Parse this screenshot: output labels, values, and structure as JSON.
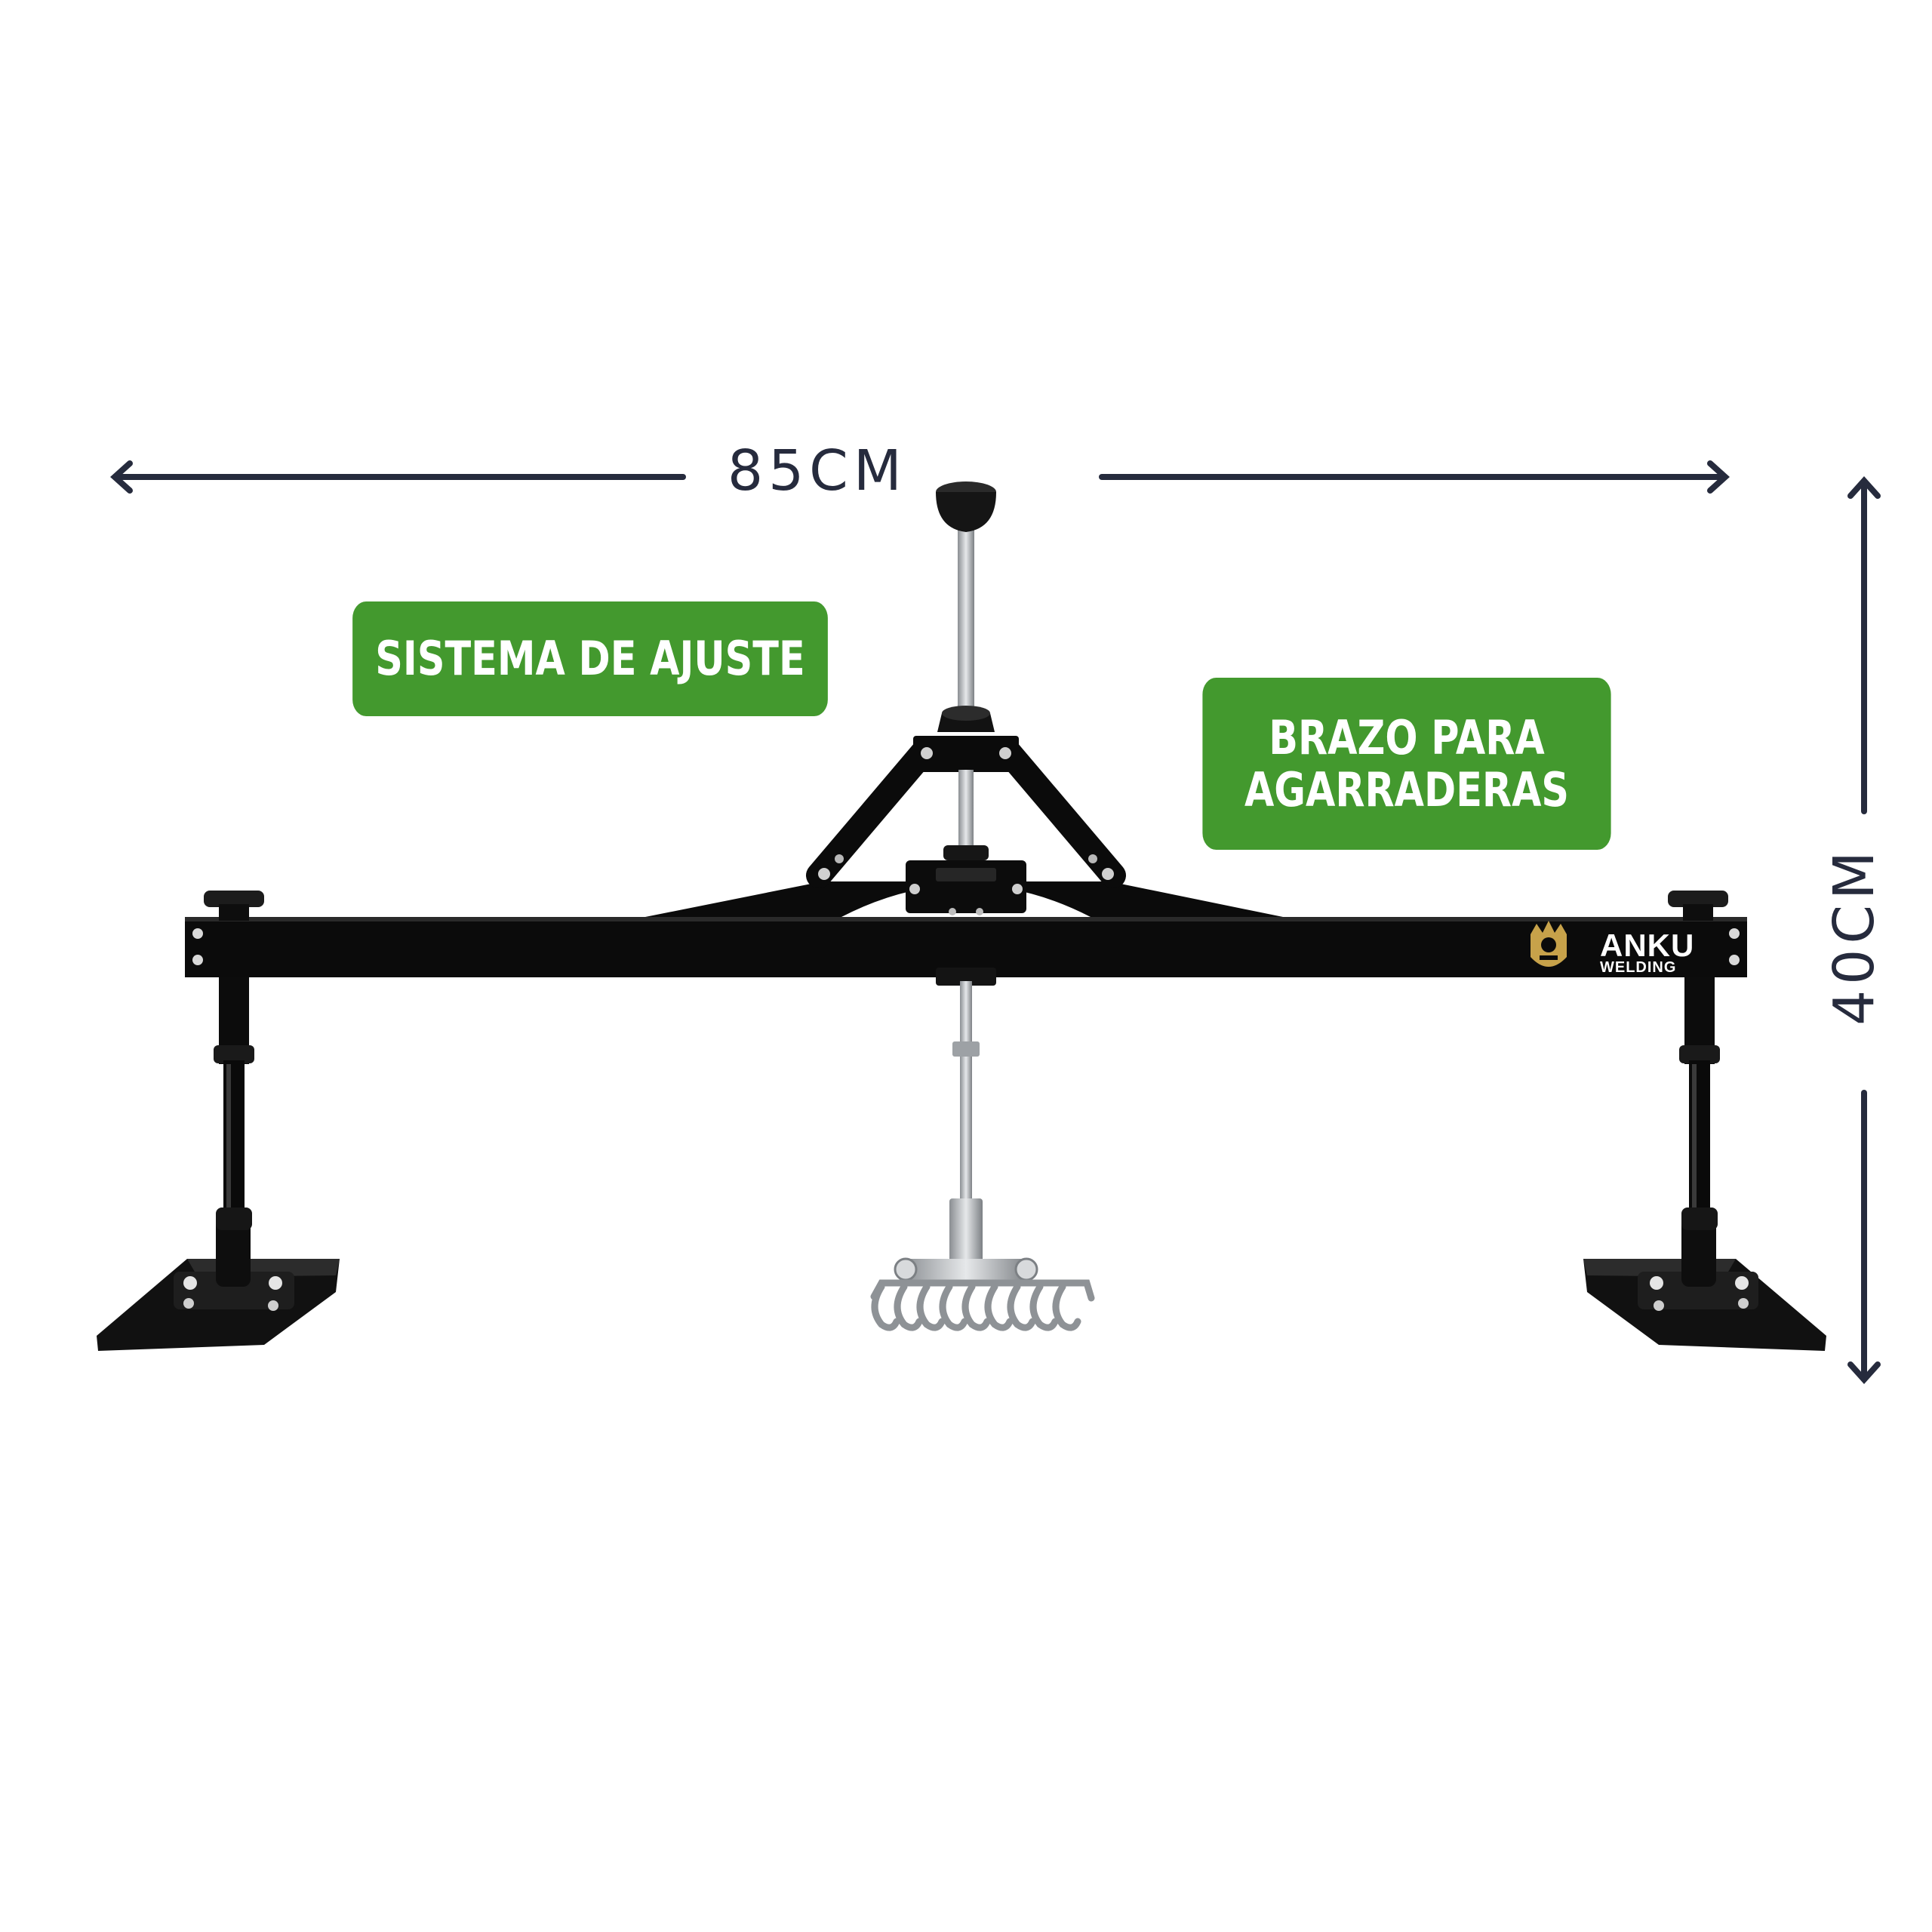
{
  "dimensions": {
    "width_label": "85CM",
    "height_label": "40CM"
  },
  "callouts": {
    "adjust_system": "SISTEMA DE AJUSTE",
    "arm_line1": "BRAZO PARA",
    "arm_line2": "AGARRADERAS"
  },
  "logo": {
    "name": "ANKU",
    "subtitle": "WELDING"
  },
  "colors": {
    "accent_green": "#43992e",
    "dimension_navy": "#262b3d",
    "frame_black": "#0b0b0b",
    "steel_grey": "#b8bcc0"
  }
}
